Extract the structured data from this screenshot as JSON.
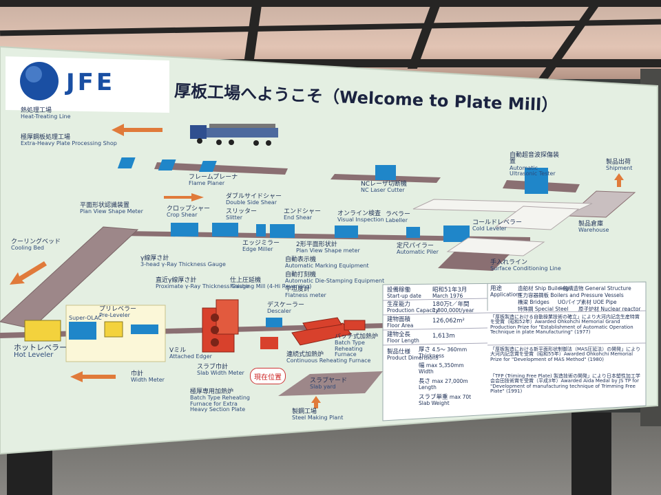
{
  "logo": {
    "text": "JFE"
  },
  "title": "厚板工場へようこそ（Welcome to Plate Mill）",
  "labels": {
    "heat_treating": {
      "jp": "熱処理工場",
      "en": "Heat-Treating Line"
    },
    "extra_heavy": {
      "jp": "極厚鋼板処理工場",
      "en": "Extra-Heavy Plate Processing Shop"
    },
    "flame_planer": {
      "jp": "フレームプレーナ",
      "en": "Flame Planer"
    },
    "nc_laser": {
      "jp": "NCレーザ切断機",
      "en": "NC Laser Cutter"
    },
    "ultrasonic": {
      "jp": "自動超音波探傷装置",
      "en": "Automatic Ultrasonic Tester"
    },
    "shipment": {
      "jp": "製品出荷",
      "en": "Shipment"
    },
    "warehouse": {
      "jp": "製品倉庫",
      "en": "Warehouse"
    },
    "plan_view_shape_meter": {
      "jp": "平面形状認識装置",
      "en": "Plan View Shape Meter"
    },
    "crop_shear": {
      "jp": "クロップシャー",
      "en": "Crop Shear"
    },
    "double_side_shear": {
      "jp": "ダブルサイドシャー",
      "en": "Double Side Shear"
    },
    "slitter": {
      "jp": "スリッター",
      "en": "Slitter"
    },
    "end_shear": {
      "jp": "エンドシャー",
      "en": "End Shear"
    },
    "visual_inspection": {
      "jp": "オンライン検査",
      "en": "Visual Inspection"
    },
    "labeller": {
      "jp": "ラベラー",
      "en": "Labeller"
    },
    "cold_leveler": {
      "jp": "コールドレベラー",
      "en": "Cold Leveler"
    },
    "cooling_bed": {
      "jp": "クーリングベッド",
      "en": "Cooling Bed"
    },
    "edge_miller": {
      "jp": "エッジミラー",
      "en": "Edge Miller"
    },
    "plan_view_shape_meter2": {
      "jp": "2形平面形状計",
      "en": "Plan View Shape meter"
    },
    "automatic_piler": {
      "jp": "定尺パイラー",
      "en": "Automatic Piler"
    },
    "surface_conditioning": {
      "jp": "手入れライン",
      "en": "Surface Conditioning Line"
    },
    "thickness_gauge_3head": {
      "jp": "γ線厚さ計",
      "en": "3-head γ-Ray Thickness Gauge"
    },
    "marking": {
      "jp": "自動表示機",
      "en": "Automatic Marking Equipment"
    },
    "die_stamping": {
      "jp": "自動打刻機",
      "en": "Automatic Die-Stamping Equipment"
    },
    "flatness": {
      "jp": "平坦度計",
      "en": "Flatness meter"
    },
    "proximate_gauge": {
      "jp": "直近γ線厚さ計",
      "en": "Proximate γ-Ray Thickness Gauge"
    },
    "finishing_mill": {
      "jp": "仕上圧延機",
      "en": "Finishing Mill (4-Hi Reversing)"
    },
    "pre_leveler": {
      "jp": "プリレベラー",
      "en": "Pre-Leveler"
    },
    "super_olac": {
      "jp": "",
      "en": "Super-OLAC"
    },
    "descaler": {
      "jp": "デスケーラー",
      "en": "Descaler"
    },
    "hot_leveler": {
      "jp": "ホットレベラー",
      "en": "Hot Leveler"
    },
    "attached_edger": {
      "jp": "Vミル",
      "en": "Attached Edger"
    },
    "slab_width": {
      "jp": "スラブ巾計",
      "en": "Slab Width Meter"
    },
    "width_meter": {
      "jp": "巾計",
      "en": "Width Meter"
    },
    "batch_extra_heavy": {
      "jp": "極厚専用加熱炉",
      "en": "Batch Type Reheating Furnace for Extra Heavy Section Plate"
    },
    "continuous_furnace": {
      "jp": "連続式加熱炉",
      "en": "Continuous Reheating Furnace"
    },
    "batch_furnace": {
      "jp": "バッチ式加熱炉",
      "en": "Batch Type Reheating Furnace"
    },
    "slab_yard": {
      "jp": "スラブヤード",
      "en": "Slab yard"
    },
    "steel_making": {
      "jp": "製鋼工場",
      "en": "Steel Making Plant"
    }
  },
  "current_location": "現在位置",
  "specs": {
    "start_up": {
      "label_jp": "設備稼働",
      "label_en": "Start-up date",
      "value_jp": "昭和51年3月",
      "value_en": "March 1976"
    },
    "capacity": {
      "label_jp": "生産能力",
      "label_en": "Production Capacity",
      "value_jp": "180万t／年間",
      "value_en": "1,800,000t/year"
    },
    "floor_area": {
      "label_jp": "建物面積",
      "label_en": "Floor Area",
      "value": "126,062m²"
    },
    "floor_length": {
      "label_jp": "建物全長",
      "label_en": "Floor Length",
      "value": "1,613m"
    },
    "dimensions": {
      "label_jp": "製品仕様",
      "label_en": "Product Dimensions",
      "thickness": {
        "jp": "厚さ",
        "en": "Thickness",
        "value": "4.5〜 360mm"
      },
      "width": {
        "jp": "幅",
        "en": "Width",
        "value": "max 5,350mm"
      },
      "length": {
        "jp": "長さ",
        "en": "Length",
        "value": "max 27,000m"
      },
      "weight": {
        "jp": "スラブ単重",
        "en": "Slab Weight",
        "value": "max 70t"
      }
    }
  },
  "applications": {
    "label_jp": "用途",
    "label_en": "Applications",
    "items": [
      "造船材 Ship Building",
      "一般構造物 General Structure",
      "圧力容器鋼板 Boilers and Pressure Vessels",
      "橋梁 Bridges",
      "UOパイプ素材 UOE Pipe",
      "特殊鋼 Special Steel",
      "原子炉材 Nuclear reactor"
    ]
  },
  "awards": [
    "「厚板製造における自動操業技術の確立」により大河内記念生産特賞を受賞（昭和52年）Awarded Ohkohchi Memorial Grand Production Prize for \"Establishment of Automatic Operation Technique in plate Manufacturing\" (1977)",
    "「厚板製造における新平面形状制御法（MAS圧延法）の開発」により大河内記念賞を受賞（昭和55年）Awarded Ohkohchi Memorial Prize for \"Development of MAS Method\" (1980)",
    "「TFP (Triming Free Plate) 製造技術の開発」により日本塑性加工学会会田技術賞を受賞（平成3年）Awarded Aida Medal by JS TP for \"Development of manufacturing technique of Trimming Free Plate\" (1991)"
  ],
  "colors": {
    "board": "#e4efe2",
    "equipment": "#1f86c9",
    "furnace": "#d8412c",
    "line": "#8a6f72"
  }
}
